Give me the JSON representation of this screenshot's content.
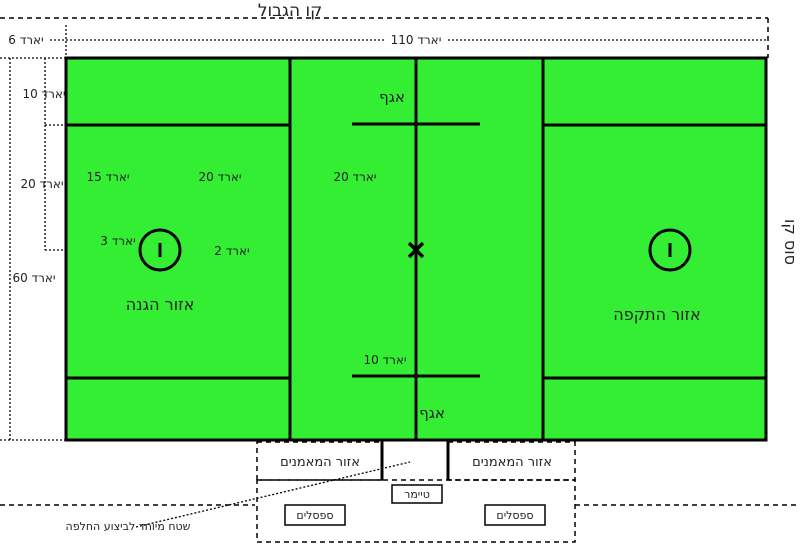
{
  "labels": {
    "boundary_line": "קו הגבול",
    "six_yards": "6 יארד",
    "length_110": "110 יארד",
    "ten_yards_left": "10 יארד",
    "twenty_yards_left": "20 יארד",
    "sixty_yards": "60 יארד",
    "dist_15": "15 יארד",
    "dist_20a": "20 יארד",
    "dist_20b": "20 יארד",
    "dist_3": "3 יארד",
    "dist_2": "2 יארד",
    "dist_10_bottom": "10 יארד",
    "wing_top": "אגף",
    "wing_bottom": "אגף",
    "defense_zone": "אזור הגנה",
    "attack_zone": "אזור התקפה",
    "end_line": "סוס קו",
    "coaches_left": "אזור המאמנים",
    "coaches_right": "אזור המאמנים",
    "timer": "טיימר",
    "bench_left": "ספסלים",
    "bench_right": "ספסלים",
    "substitution_area": "שטח מיוחד לביצוע החלפה"
  },
  "colors": {
    "field": "#33ee33",
    "lines": "#000000",
    "background": "#ffffff"
  }
}
